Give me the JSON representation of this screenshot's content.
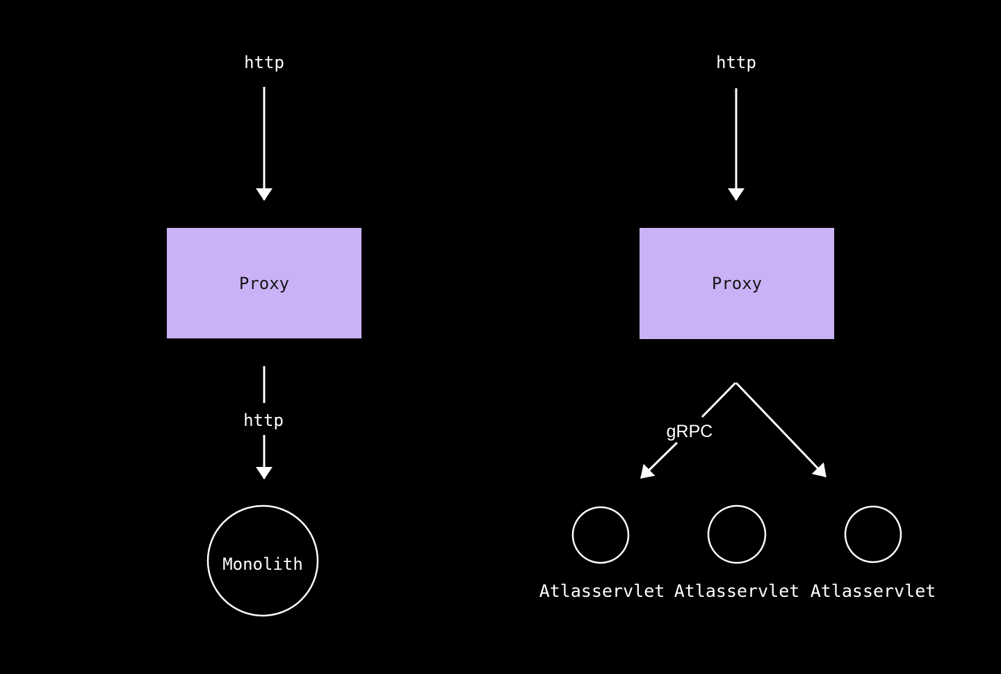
{
  "diagram": {
    "background_color": "#000000",
    "box_fill_color": "#cbb2f6",
    "box_text_color": "#141414",
    "line_color": "#ffffff",
    "text_color": "#ffffff",
    "left": {
      "top_edge_label": "http",
      "proxy_label": "Proxy",
      "mid_edge_label": "http",
      "node_label": "Monolith"
    },
    "right": {
      "top_edge_label": "http",
      "proxy_label": "Proxy",
      "edge_label": "gRPC",
      "nodes": [
        {
          "label": "Atlasservlet"
        },
        {
          "label": "Atlasservlet"
        },
        {
          "label": "Atlasservlet"
        }
      ]
    }
  }
}
